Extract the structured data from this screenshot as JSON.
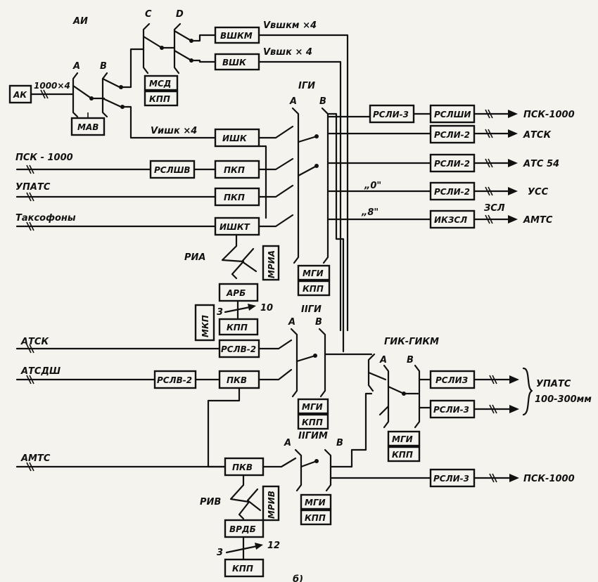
{
  "labels": {
    "ai": "АИ",
    "sw_a1": "А",
    "sw_b1": "В",
    "sw_c": "С",
    "sw_d": "D",
    "ak": "АК",
    "ak_line": "1000×4",
    "mav": "МАВ",
    "msd": "МСД",
    "kpp_top": "КПП",
    "vshkm_box": "ВШКМ",
    "vshk_box": "ВШК",
    "v_vshkm": "Vвшкм ×4",
    "v_vshk": "Vвшк × 4",
    "v_ishk": "Vишк ×4",
    "ishk": "ИШК",
    "igi": "IГИ",
    "igi_a": "А",
    "igi_b": "В",
    "psk_in": "ПСК - 1000",
    "rslshv": "РСЛШВ",
    "pkp1": "ПКП",
    "upats_in": "УПАТС",
    "pkp2": "ПКП",
    "taksofony": "Таксофоны",
    "ishkt": "ИШКТ",
    "rsli3_top": "РСЛИ-3",
    "rslshi": "РСЛШИ",
    "psk_out1": "ПСК-1000",
    "rsli2_atsk": "РСЛИ-2",
    "atsk_out": "АТСК",
    "rsli2_ats54": "РСЛИ-2",
    "ats54": "АТС 54",
    "q0": "„0\"",
    "rsli2_uss": "РСЛИ-2",
    "uss": "УСС",
    "q8": "„8\"",
    "ikzsl": "ИКЗСЛ",
    "zsl": "ЗСЛ",
    "amts_out": "АМТС",
    "ria": "РИА",
    "mria": "МРИА",
    "mgi1": "МГИ",
    "kpp_mgi1": "КПП",
    "arb": "АРБ",
    "mkp": "МКП",
    "num3a": "3",
    "num10": "10",
    "kpp_arb": "КПП",
    "iigi": "IIГИ",
    "iigi_a": "А",
    "iigi_b": "В",
    "atsk_in": "АТСК",
    "rslv2a": "РСЛВ-2",
    "atsdsh": "АТСДШ",
    "rslv2b": "РСЛВ-2",
    "pkv1": "ПКВ",
    "gik": "ГИК-ГИКМ",
    "gik_a": "А",
    "gik_b": "В",
    "rsliz": "РСЛИЗ",
    "rsli3_mid": "РСЛИ-3",
    "upats_out": "УПАТС",
    "upats_range": "100-300мм",
    "mgi2": "МГИ",
    "kpp_mgi2": "КПП",
    "mgi3": "МГИ",
    "kpp_mgi3": "КПП",
    "amts_in": "АМТС",
    "pkv2": "ПКВ",
    "iigim": "IIГИМ",
    "iigim_a": "А",
    "iigim_b": "В",
    "rsli3_bot": "РСЛИ-3",
    "psk_out2": "ПСК-1000",
    "riv": "РИВ",
    "mriv": "МРИВ",
    "mgi4": "МГИ",
    "kpp_mgi4": "КПП",
    "vrdb": "ВРДБ",
    "num3b": "3",
    "num12": "12",
    "kpp_bot": "КПП",
    "caption": "б)"
  }
}
